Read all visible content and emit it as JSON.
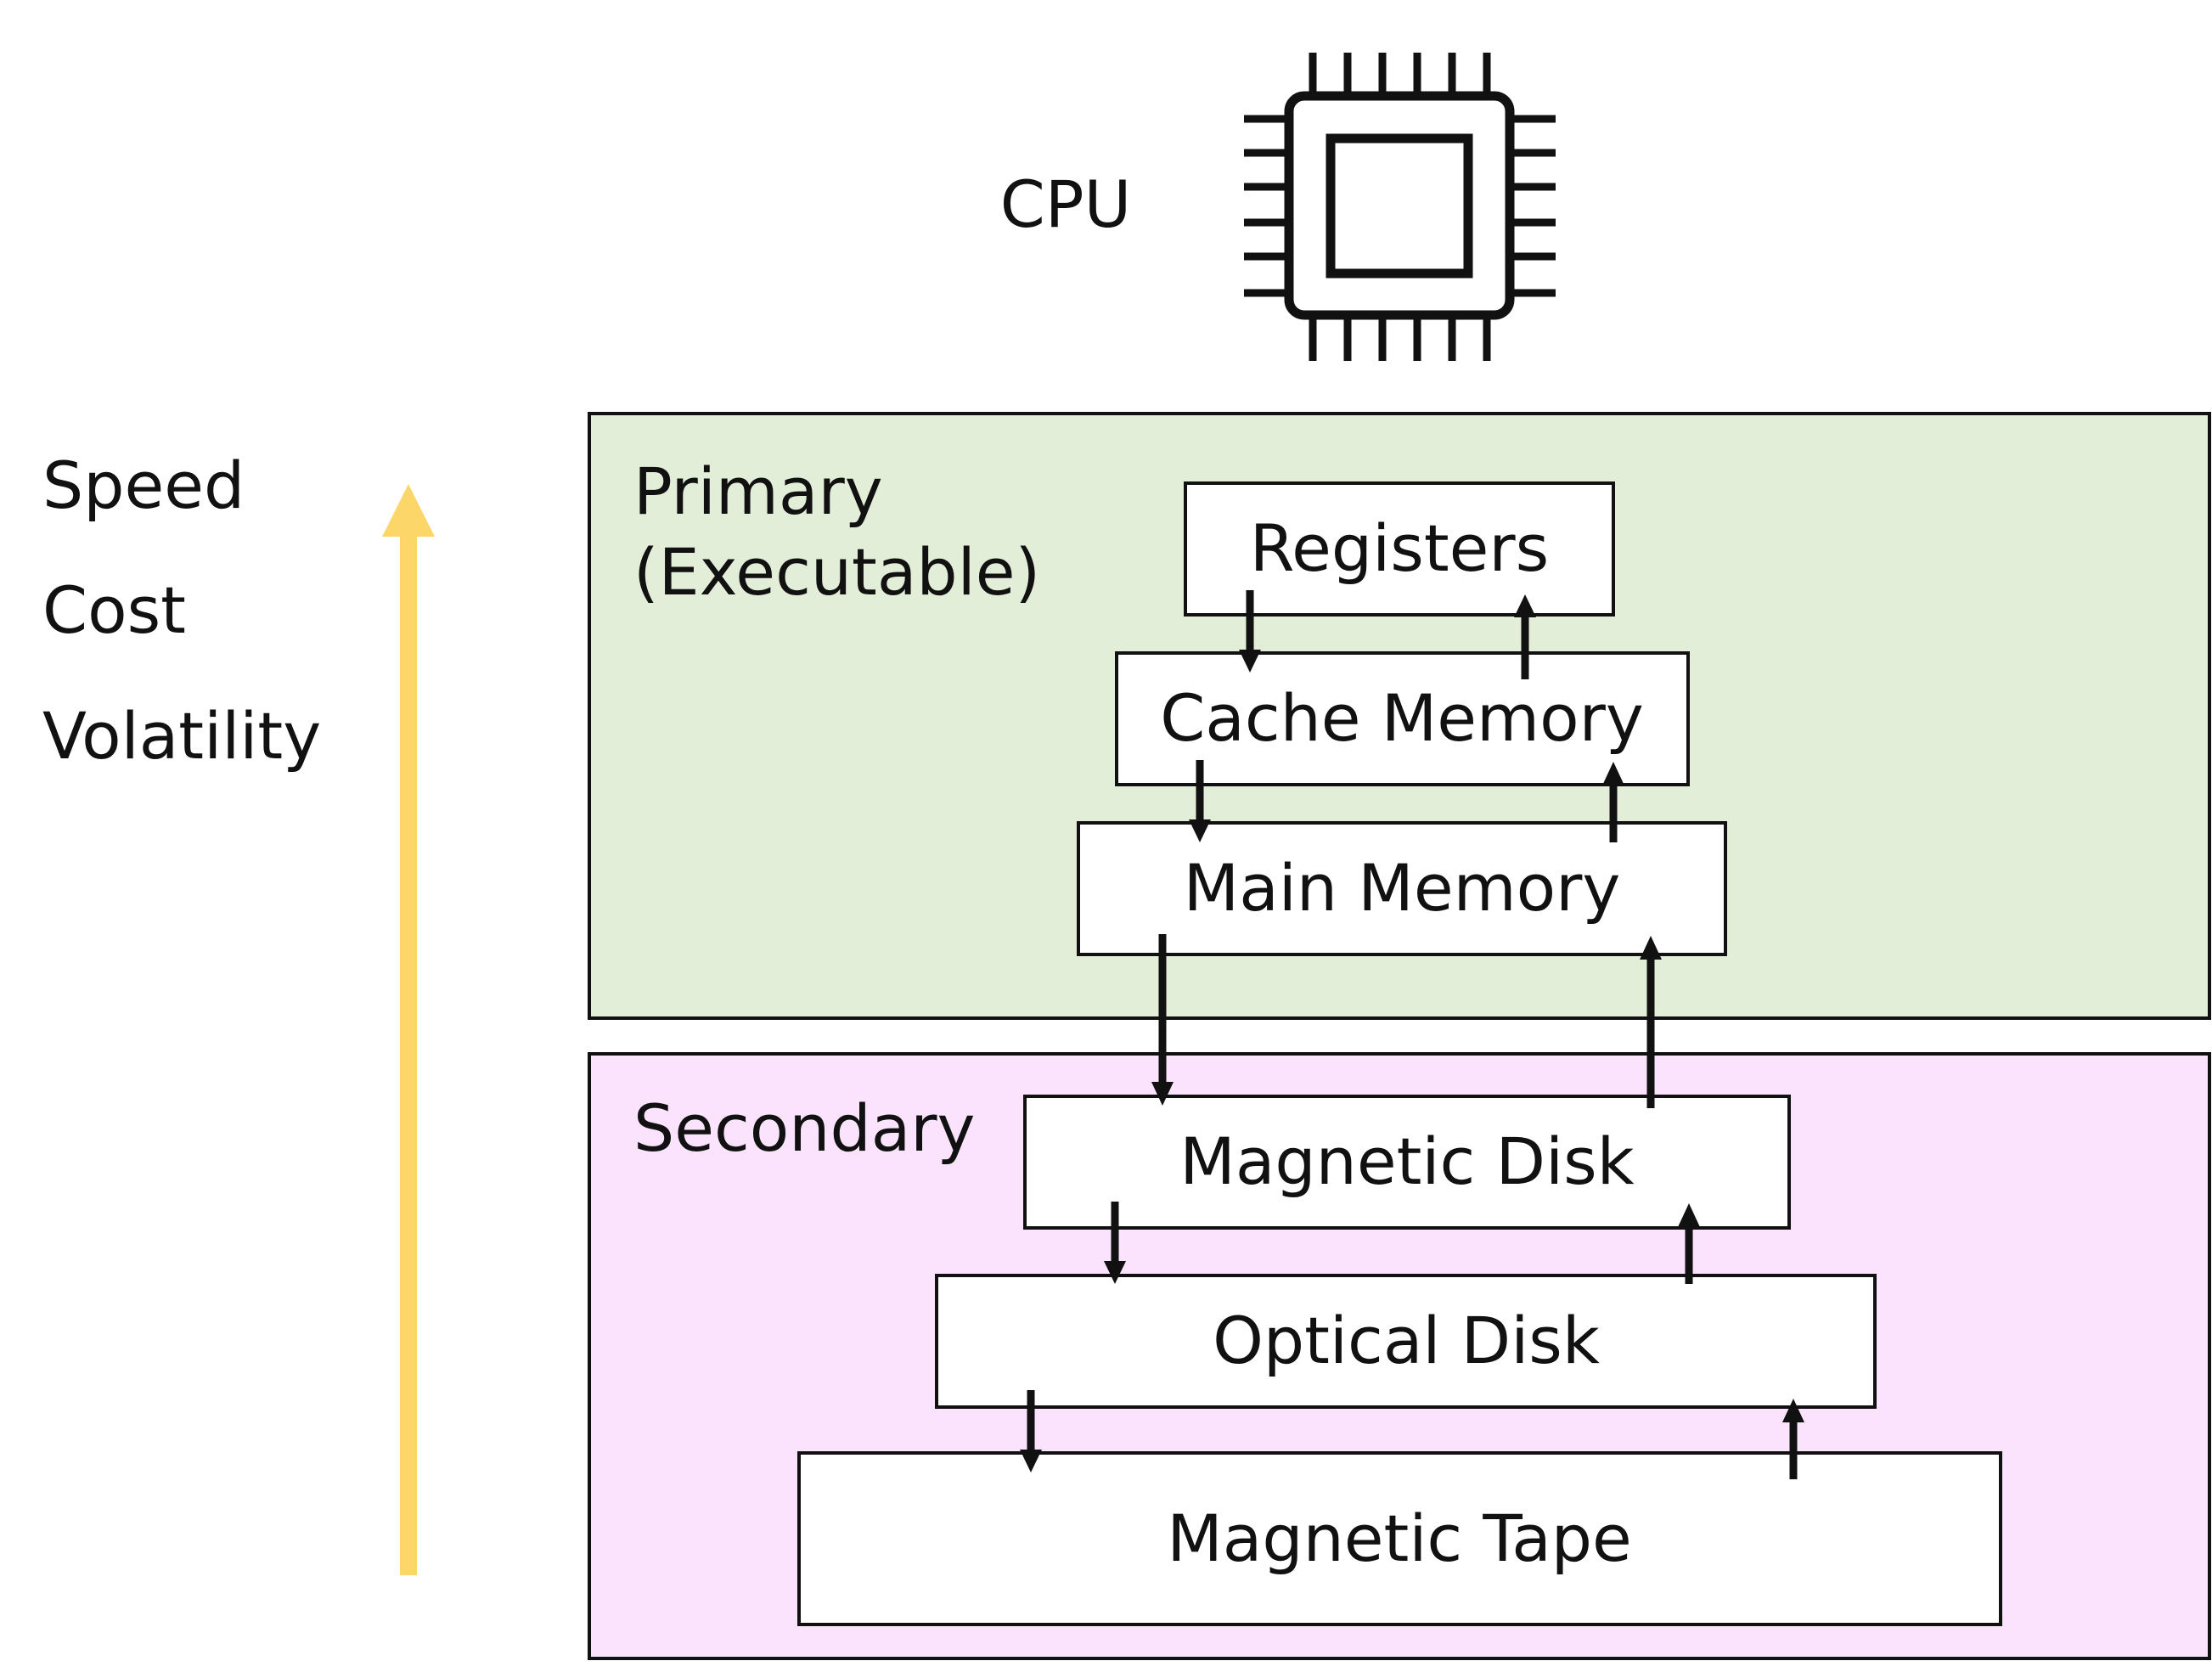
{
  "cpu": {
    "label": "CPU",
    "icon": "cpu-chip-icon"
  },
  "legend": {
    "items": [
      "Speed",
      "Cost",
      "Volatility"
    ],
    "arrow_color": "#FCD669"
  },
  "primary": {
    "title_line1": "Primary",
    "title_line2": "(Executable)",
    "fill": "#E2EED8",
    "levels": [
      "Registers",
      "Cache Memory",
      "Main Memory"
    ]
  },
  "secondary": {
    "title": "Secondary",
    "fill": "#FCE3FD",
    "levels": [
      "Magnetic Disk",
      "Optical Disk",
      "Magnetic Tape"
    ]
  }
}
